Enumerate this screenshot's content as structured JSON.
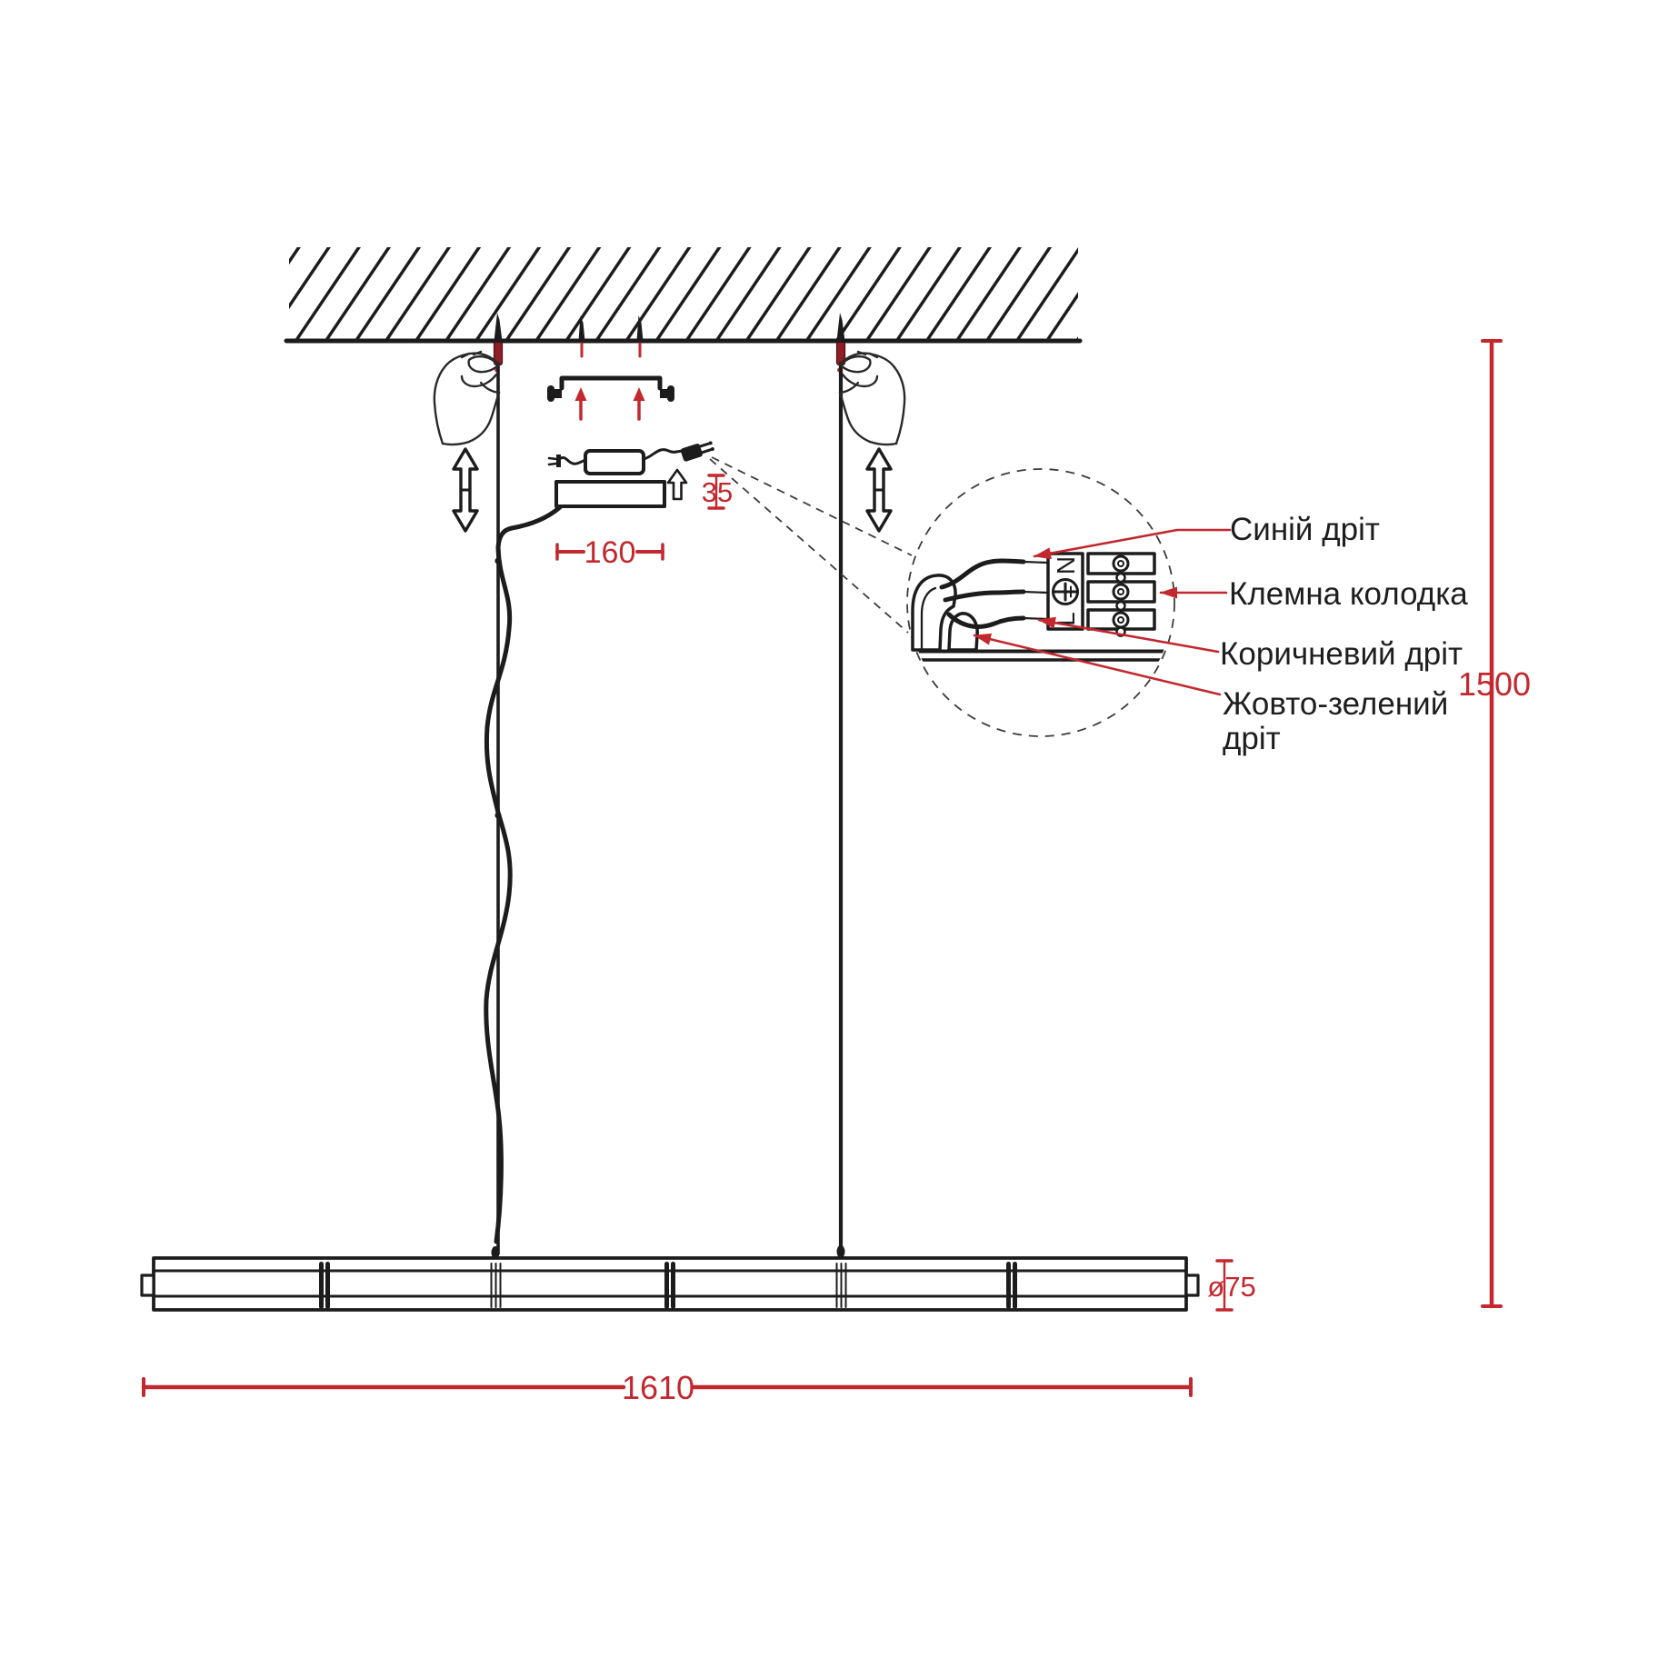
{
  "dimensions": {
    "fixture_length": "1610",
    "suspension_height": "1500",
    "bar_diameter": "ø75",
    "canopy_width": "160",
    "canopy_height": "35"
  },
  "wiring_callouts": {
    "blue_wire": "Синій дріт",
    "terminal_block": "Клемна колодка",
    "brown_wire": "Коричневий дріт",
    "yellow_green_wire_line1": "Жовто-зелений",
    "yellow_green_wire_line2": "дріт"
  },
  "terminal_block": {
    "neutral_label": "N",
    "live_label": "L"
  },
  "colors": {
    "line_black": "#1c1c1c",
    "dimension_red": "#c2282e",
    "anchor_red": "#8e1f26"
  }
}
